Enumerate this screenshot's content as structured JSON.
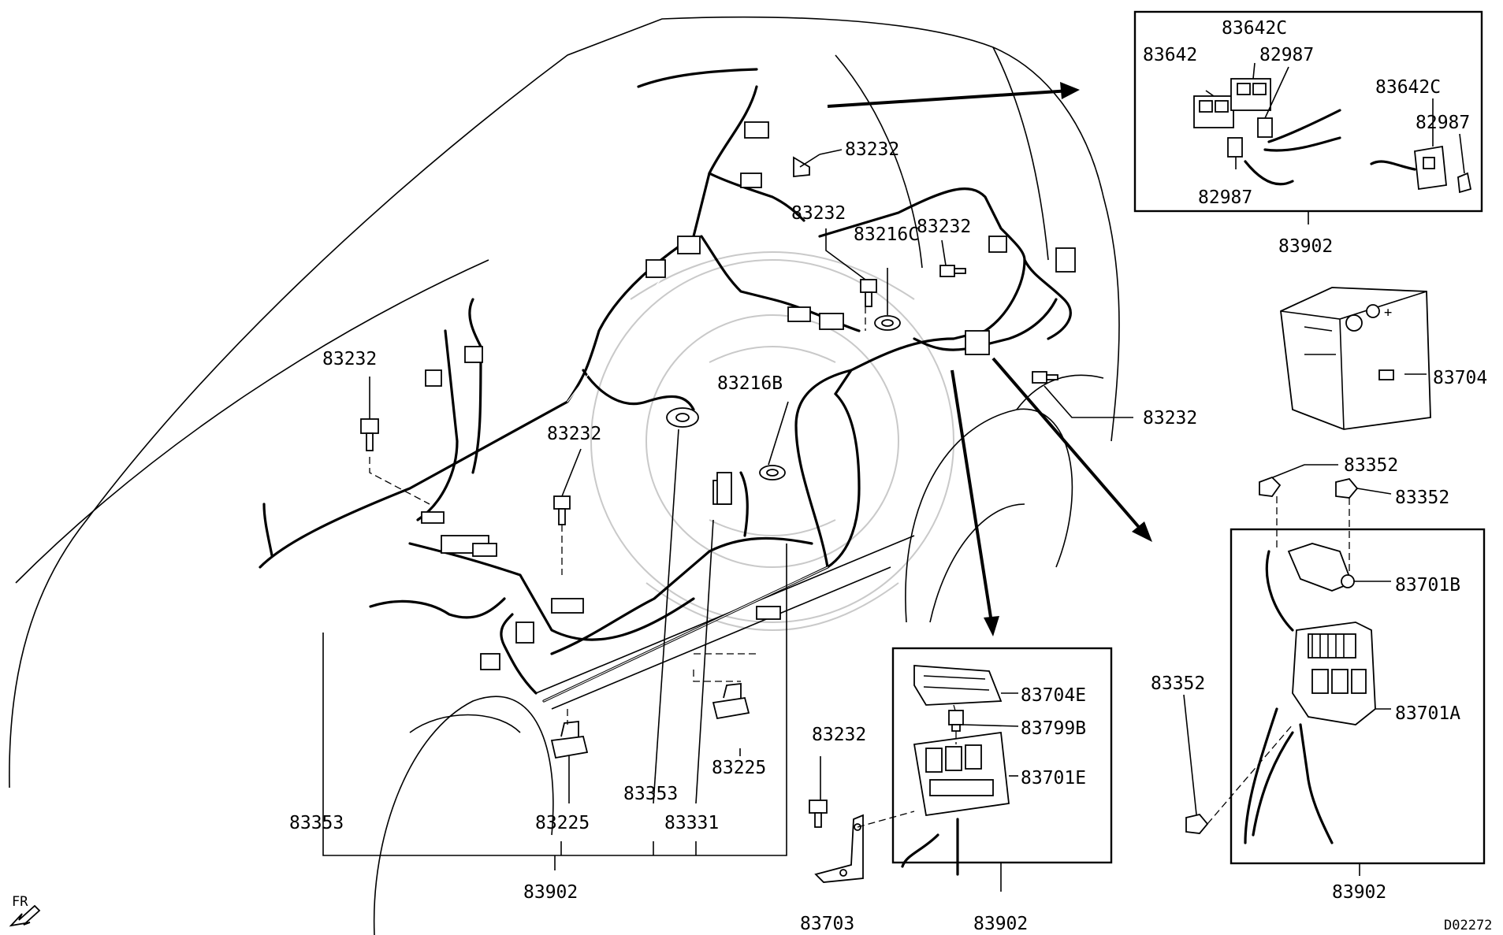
{
  "labels": {
    "l83232_top": "83232",
    "l83232_mid": "83232",
    "l83232_mid2": "83232",
    "l83232_left": "83232",
    "l83232_center": "83232",
    "l83232_right": "83232",
    "l83232_bracket": "83232",
    "l83216C": "83216C",
    "l83216B": "83216B",
    "l83353_left": "83353",
    "l83353_mid": "83353",
    "l83225_left": "83225",
    "l83225_right": "83225",
    "l83331": "83331",
    "l83902_main": "83902",
    "l83703": "83703",
    "l83902_fuse": "83902",
    "l83704E": "83704E",
    "l83799B": "83799B",
    "l83701E": "83701E",
    "l83642C_top": "83642C",
    "l83642": "83642",
    "l82987_top": "82987",
    "l82987_bottom": "82987",
    "l83642C_right": "83642C",
    "l82987_right": "82987",
    "l83902_relay": "83902",
    "l83704": "83704",
    "l83352_a": "83352",
    "l83352_b": "83352",
    "l83352_c": "83352",
    "l83701B": "83701B",
    "l83701A": "83701A",
    "l83902_battery": "83902",
    "fr": "FR",
    "code": "D02272"
  }
}
